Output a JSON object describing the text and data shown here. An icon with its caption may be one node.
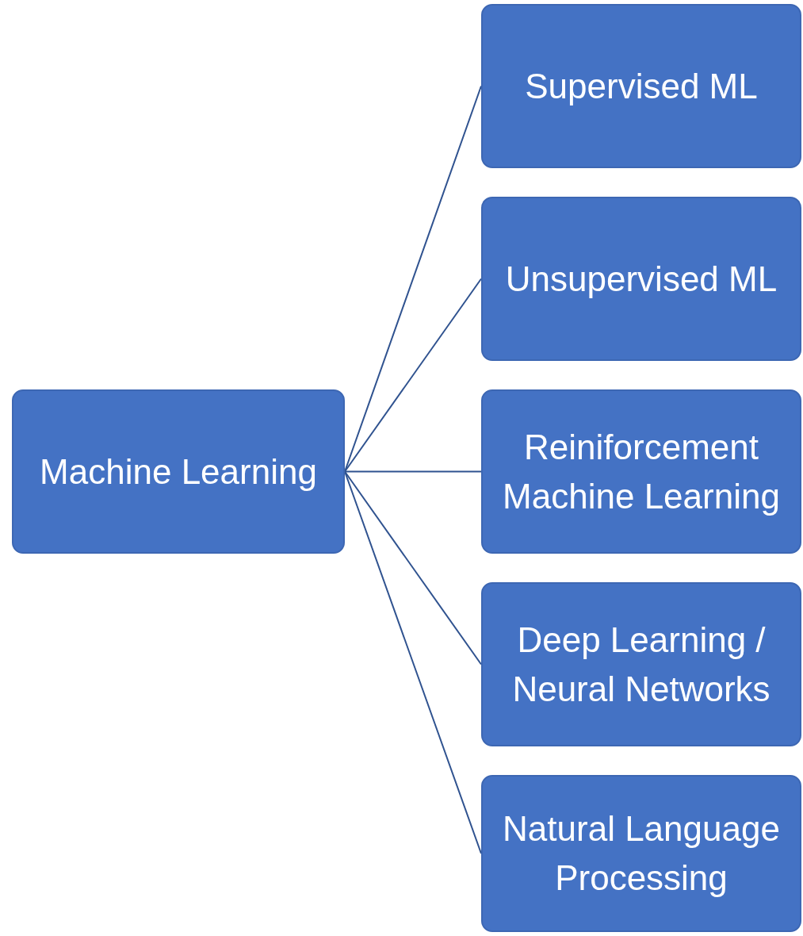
{
  "diagram": {
    "nodes": [
      {
        "text": [
          "Machine Learning"
        ]
      },
      {
        "text": [
          "Supervised ML"
        ]
      },
      {
        "text": [
          "Unsupervised ML"
        ]
      },
      {
        "text": [
          "Reiniforcement Machine Learning"
        ]
      },
      {
        "text": [
          "Deep Learning / Neural Networks"
        ]
      },
      {
        "text": [
          "Natural Language Processing"
        ]
      }
    ],
    "edges": [
      {
        "from": 0,
        "to": 1,
        "arrow": "none"
      },
      {
        "from": 0,
        "to": 2,
        "arrow": "none"
      },
      {
        "from": 0,
        "to": 3,
        "arrow": "none"
      },
      {
        "from": 0,
        "to": 4,
        "arrow": "none"
      },
      {
        "from": 0,
        "to": 5,
        "arrow": "none"
      }
    ]
  }
}
